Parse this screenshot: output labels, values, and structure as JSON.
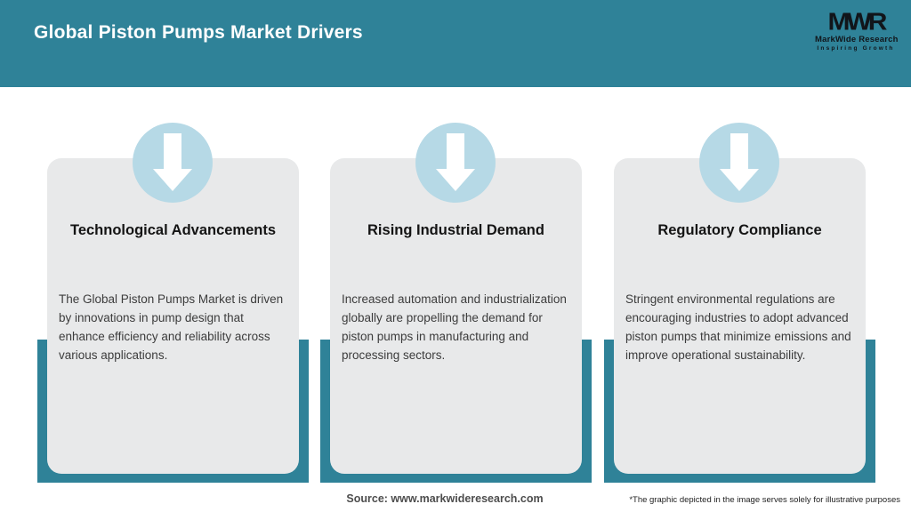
{
  "header": {
    "title": "Global Piston Pumps Market Drivers",
    "logo": {
      "acronym": "MWR",
      "name": "MarkWide Research",
      "tagline": "Inspiring Growth"
    }
  },
  "cards": [
    {
      "icon": "down-arrow-icon",
      "title": "Technological Advancements",
      "body": "The Global Piston Pumps Market is driven by innovations in pump design that enhance efficiency and reliability across various applications."
    },
    {
      "icon": "down-arrow-icon",
      "title": "Rising Industrial Demand",
      "body": "Increased automation and industrialization globally are propelling the demand for piston pumps in manufacturing and processing sectors."
    },
    {
      "icon": "down-arrow-icon",
      "title": "Regulatory Compliance",
      "body": "Stringent environmental regulations are encouraging industries to adopt advanced piston pumps that minimize emissions and improve operational sustainability."
    }
  ],
  "footer": {
    "source": "Source: www.markwideresearch.com",
    "disclaimer": "*The graphic depicted in the image serves solely for illustrative purposes"
  },
  "colors": {
    "teal": "#2F8298",
    "light_blue": "#B6D9E6",
    "card_bg": "#E8E9EA",
    "heading": "#141414",
    "body_text": "#3C3C3C",
    "source": "#4D4D4D",
    "disclaimer": "#1F1F1F",
    "logo": "#11151A",
    "title_text": "#FFFFFF"
  }
}
